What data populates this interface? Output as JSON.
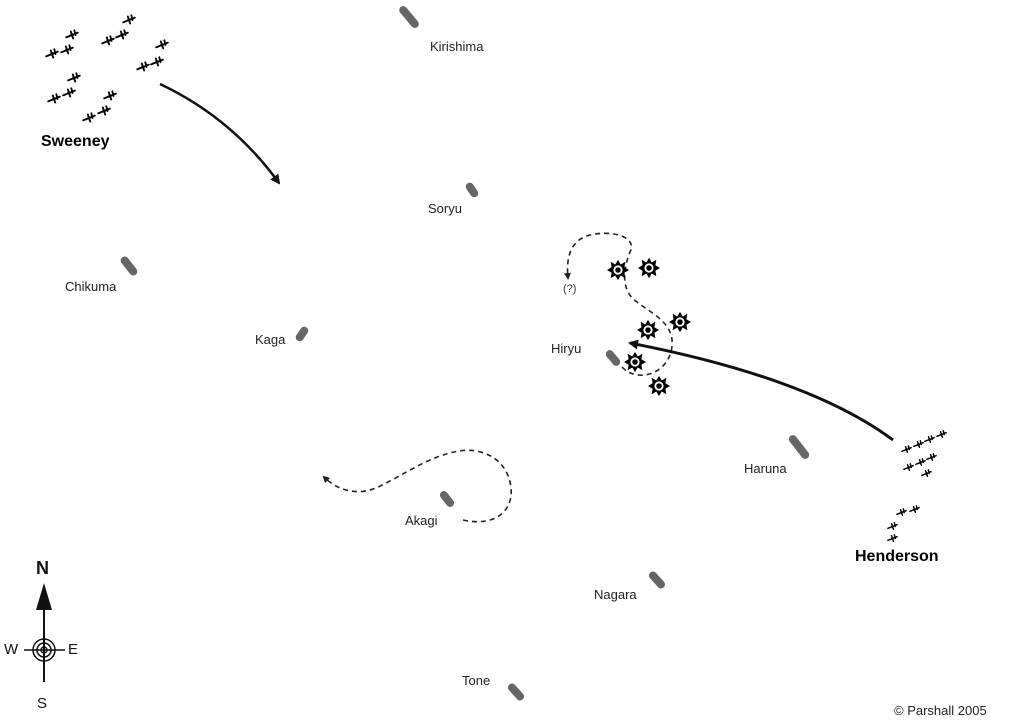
{
  "ships": [
    {
      "name": "Kirishima"
    },
    {
      "name": "Soryu"
    },
    {
      "name": "Chikuma"
    },
    {
      "name": "Kaga"
    },
    {
      "name": "Hiryu"
    },
    {
      "name": "Haruna"
    },
    {
      "name": "Akagi"
    },
    {
      "name": "Nagara"
    },
    {
      "name": "Tone"
    }
  ],
  "aircraft_groups": [
    {
      "name": "Sweeney"
    },
    {
      "name": "Henderson"
    }
  ],
  "annotation": "(?)",
  "compass": {
    "n": "N",
    "s": "S",
    "e": "E",
    "w": "W"
  },
  "credit": "© Parshall 2005",
  "colors": {
    "ship": "#666666",
    "line": "#111111",
    "burst": "#000000"
  }
}
